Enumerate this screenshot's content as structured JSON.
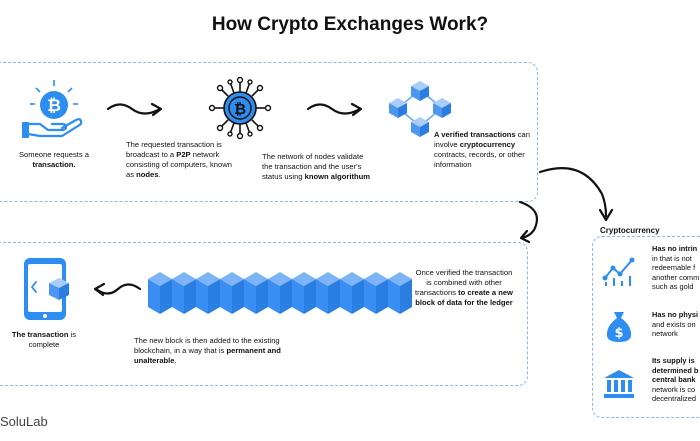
{
  "title": "How Crypto Exchanges Work?",
  "steps": {
    "request": {
      "pre": "Someone requests a ",
      "bold": "transaction."
    },
    "broadcast": {
      "t1": "The requested transaction is broadcast to a ",
      "b1": "P2P",
      "t2": " network consisting of computers, known as ",
      "b2": "nodes",
      "t3": "."
    },
    "validate": {
      "t1": "The network of nodes validate the transaction and the user's status using ",
      "b1": "known algorithum"
    },
    "verified": {
      "b1": "A verified transactions",
      "t1": " can involve ",
      "b2": "cryptocurrency",
      "t2": " contracts, records, or other information"
    },
    "combine": {
      "t1": "Once verified the transaction is combined with other transactions ",
      "b1": "to create a new block of data for the ledger"
    },
    "added": {
      "t1": "The new block is then added to the existing blockchain, in a way that is ",
      "b1": "permanent and unalterable",
      "t2": "."
    },
    "complete": {
      "b1": "The transaction",
      "t1": " is complete"
    }
  },
  "sidebar": {
    "title": "Cryptocurrency",
    "items": [
      {
        "b1": "Has no intrin",
        "t1": "in that is not redeemable f another comm such as gold"
      },
      {
        "b1": "Has no physi",
        "t1": "and exists on network"
      },
      {
        "b1": "Its supply is determined b central bank",
        "t1": "network is co decentralized"
      }
    ]
  },
  "brand": "SoluLab",
  "colors": {
    "accent": "#2d8df0",
    "dashed": "#8db6ef",
    "block": "#3a8df2"
  }
}
